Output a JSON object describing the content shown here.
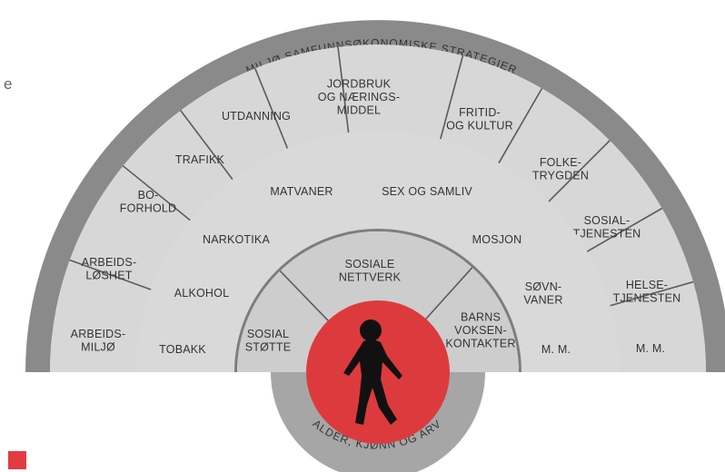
{
  "colors": {
    "outer_ring": "#8a8a8a",
    "cell": "#d7d7d7",
    "middle_band": "#d9d9d9",
    "inner_band": "#cdcdcd",
    "inner_ring": "#7d7d7d",
    "core": "#dd3a3e",
    "base": "#a6a6a6",
    "accent_square": "#e03c41"
  },
  "outer_arc_text": "MILJØ SAMFUNNSØKONOMISKE STRATEGIER",
  "base_arc_text": "ALDER, KJØNN OG ARV",
  "left_edge_glyph": "e",
  "core_icon": "walking-child-icon",
  "outer_ring": [
    {
      "id": "arbeidsmiljo",
      "lines": [
        "ARBEIDS-",
        "MILJØ"
      ]
    },
    {
      "id": "arbeidsloshet",
      "lines": [
        "ARBEIDS-",
        "LØSHET"
      ]
    },
    {
      "id": "boforhold",
      "lines": [
        "BO-",
        "FORHOLD"
      ]
    },
    {
      "id": "trafikk",
      "lines": [
        "TRAFIKK"
      ]
    },
    {
      "id": "utdanning",
      "lines": [
        "UTDANNING"
      ]
    },
    {
      "id": "jordbruk",
      "lines": [
        "JORDBRUK",
        "OG NÆRINGS-",
        "MIDDEL"
      ]
    },
    {
      "id": "fritid",
      "lines": [
        "FRITID-",
        "OG KULTUR"
      ]
    },
    {
      "id": "folketrygden",
      "lines": [
        "FOLKE-",
        "TRYGDEN"
      ]
    },
    {
      "id": "sosialtjenesten",
      "lines": [
        "SOSIAL-",
        "TJENESTEN"
      ]
    },
    {
      "id": "helsetjenesten",
      "lines": [
        "HELSE-",
        "TJENESTEN"
      ]
    },
    {
      "id": "mm-outer",
      "lines": [
        "M. M."
      ]
    }
  ],
  "middle_band": [
    {
      "id": "tobakk",
      "lines": [
        "TOBAKK"
      ]
    },
    {
      "id": "alkohol",
      "lines": [
        "ALKOHOL"
      ]
    },
    {
      "id": "narkotika",
      "lines": [
        "NARKOTIKA"
      ]
    },
    {
      "id": "matvaner",
      "lines": [
        "MATVANER"
      ]
    },
    {
      "id": "sex-og-samliv",
      "lines": [
        "SEX OG SAMLIV"
      ]
    },
    {
      "id": "mosjon",
      "lines": [
        "MOSJON"
      ]
    },
    {
      "id": "sovnvaner",
      "lines": [
        "SØVN-",
        "VANER"
      ]
    },
    {
      "id": "mm-middle",
      "lines": [
        "M. M."
      ]
    }
  ],
  "inner_band": [
    {
      "id": "sosial-stotte",
      "lines": [
        "SOSIAL",
        "STØTTE"
      ]
    },
    {
      "id": "sosiale-nettverk",
      "lines": [
        "SOSIALE",
        "NETTVERK"
      ]
    },
    {
      "id": "barns-voksenkontakter",
      "lines": [
        "BARNS",
        "VOKSEN-",
        "KONTAKTER"
      ]
    }
  ]
}
